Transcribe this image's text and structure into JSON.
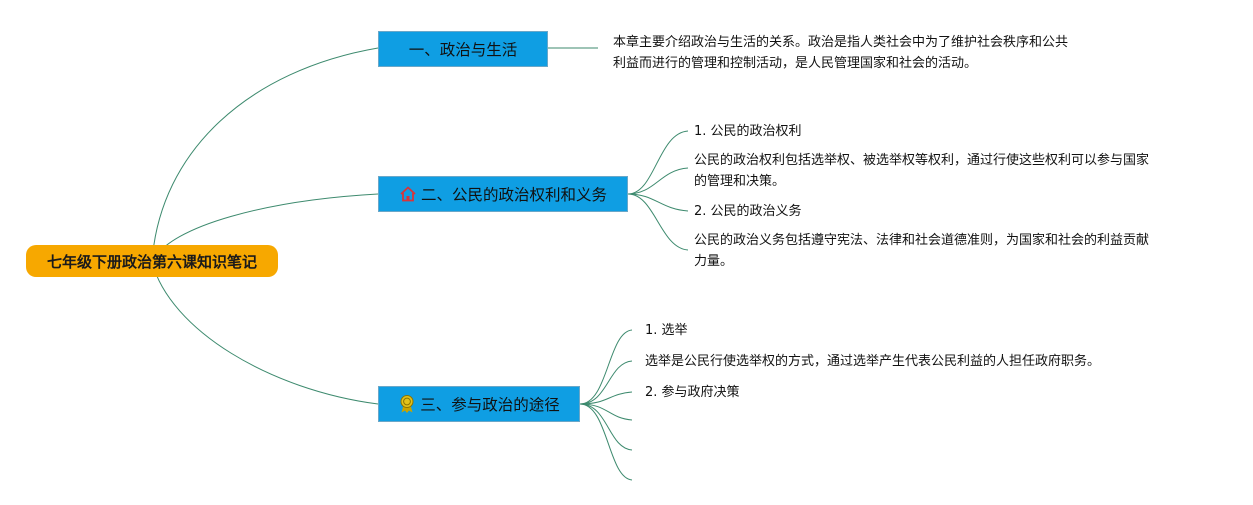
{
  "root": {
    "label": "七年级下册政治第六课知识笔记"
  },
  "branches": [
    {
      "label": "一、政治与生活",
      "icon": "",
      "notes": [
        "本章主要介绍政治与生活的关系。政治是指人类社会中为了维护社会秩序和公共",
        "利益而进行的管理和控制活动，是人民管理国家和社会的活动。"
      ]
    },
    {
      "label": "二、公民的政治权利和义务",
      "icon": "house-icon",
      "items": [
        {
          "text": "1. 公民的政治权利"
        },
        {
          "lines": [
            "公民的政治权利包括选举权、被选举权等权利，通过行使这些权利可以参与国家",
            "的管理和决策。"
          ]
        },
        {
          "text": "2. 公民的政治义务"
        },
        {
          "lines": [
            "公民的政治义务包括遵守宪法、法律和社会道德准则，为国家和社会的利益贡献",
            "力量。"
          ]
        }
      ]
    },
    {
      "label": "三、参与政治的途径",
      "icon": "award-ribbon-icon",
      "items": [
        {
          "text": "1. 选举"
        },
        {
          "text": "选举是公民行使选举权的方式，通过选举产生代表公民利益的人担任政府职务。"
        },
        {
          "text": "2. 参与政府决策"
        },
        {
          "text": ""
        },
        {
          "text": ""
        },
        {
          "text": ""
        }
      ]
    }
  ],
  "colors": {
    "root": "#f7a800",
    "branch": "#0f9ee3",
    "connector": "#3d8a6e",
    "house_icon": "#d9343a",
    "award_icon": "#c8a400"
  }
}
